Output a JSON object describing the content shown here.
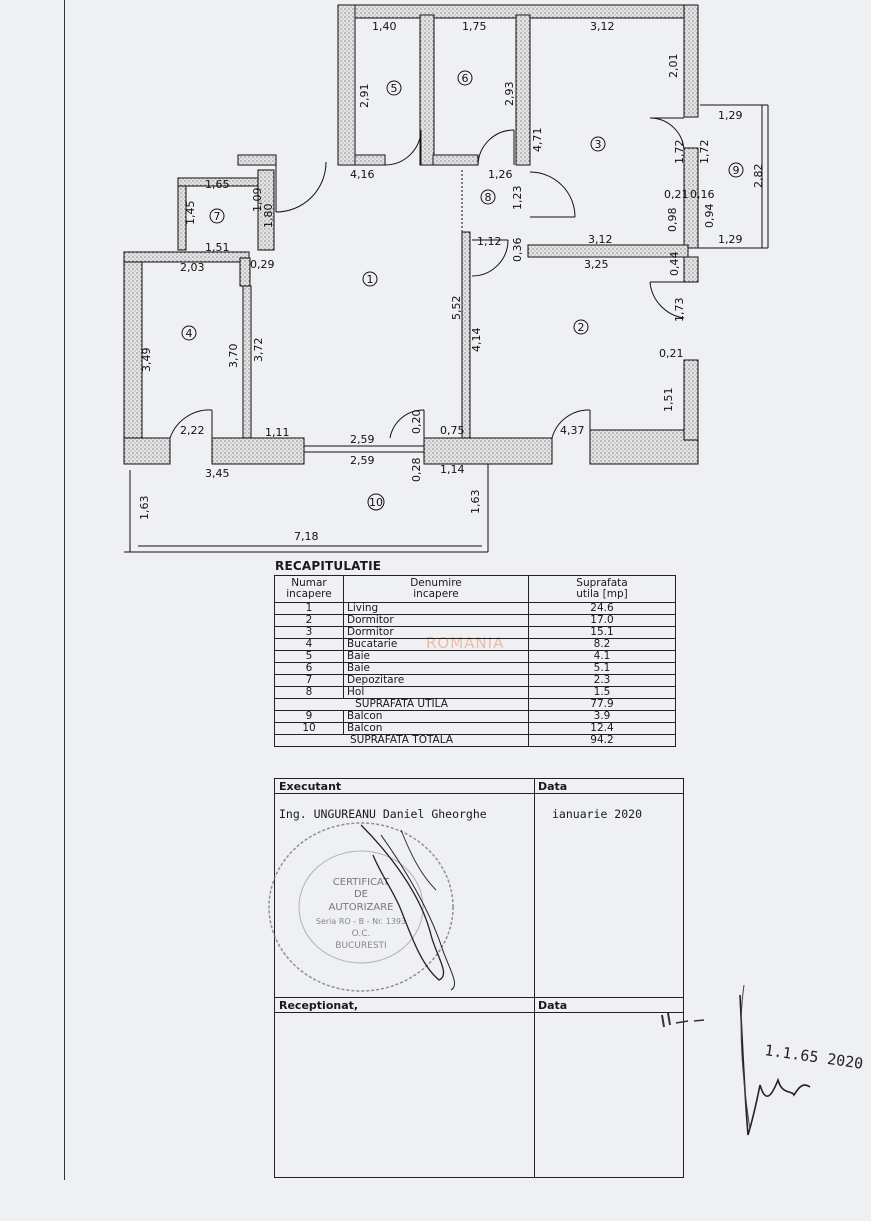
{
  "dimensions": {
    "d140": "1,40",
    "d175": "1,75",
    "d312a": "3,12",
    "d201": "2,01",
    "d291": "2,91",
    "d293": "2,93",
    "d471": "4,71",
    "d129a": "1,29",
    "d172a": "1,72",
    "d172b": "1,72",
    "d282": "2,82",
    "d416": "4,16",
    "d126": "1,26",
    "d165": "1,65",
    "d145": "1,45",
    "d109": "1,09",
    "d180": "1,80",
    "d123": "1,23",
    "d021": "0,21",
    "d016": "0,16",
    "d098": "0,98",
    "d094": "0,94",
    "d129b": "1,29",
    "d151a": "1,51",
    "d112": "1,12",
    "d036": "0,36",
    "d312b": "3,12",
    "d325": "3,25",
    "d203": "2,03",
    "d029": "0,29",
    "d044": "0,44",
    "d173": "1,73",
    "d552": "5,52",
    "d349": "3,49",
    "d370": "3,70",
    "d372": "3,72",
    "d414": "4,14",
    "d021b": "0,21",
    "d151b": "1,51",
    "d222": "2,22",
    "d111": "1,11",
    "d259a": "2,59",
    "d020": "0,20",
    "d075": "0,75",
    "d437": "4,37",
    "d259b": "2,59",
    "d028": "0,28",
    "d114": "1,14",
    "d345": "3,45",
    "d163a": "1,63",
    "d163b": "1,63",
    "d718": "7,18"
  },
  "rooms": {
    "r1": "1",
    "r2": "2",
    "r3": "3",
    "r4": "4",
    "r5": "5",
    "r6": "6",
    "r7": "7",
    "r8": "8",
    "r9": "9",
    "r10": "10"
  },
  "recap": {
    "title": "RECAPITULATIE",
    "headers": {
      "nr_line1": "Numar",
      "nr_line2": "incapere",
      "name_line1": "Denumire",
      "name_line2": "incapere",
      "area_line1": "Suprafata",
      "area_line2": "utila [mp]"
    },
    "rows": [
      {
        "nr": "1",
        "name": "Living",
        "area": "24.6"
      },
      {
        "nr": "2",
        "name": "Dormitor",
        "area": "17.0"
      },
      {
        "nr": "3",
        "name": "Dormitor",
        "area": "15.1"
      },
      {
        "nr": "4",
        "name": "Bucatarie",
        "area": "8.2"
      },
      {
        "nr": "5",
        "name": "Baie",
        "area": "4.1"
      },
      {
        "nr": "6",
        "name": "Baie",
        "area": "5.1"
      },
      {
        "nr": "7",
        "name": "Depozitare",
        "area": "2.3"
      },
      {
        "nr": "8",
        "name": "Hol",
        "area": "1.5"
      }
    ],
    "useful_label": "SUPRAFATA UTILA",
    "useful_value": "77.9",
    "balcony_rows": [
      {
        "nr": "9",
        "name": "Balcon",
        "area": "3.9"
      },
      {
        "nr": "10",
        "name": "Balcon",
        "area": "12.4"
      }
    ],
    "total_label": "SUPRAFATA TOTALA",
    "total_value": "94.2"
  },
  "signature": {
    "executant_label": "Executant",
    "data_label_1": "Data",
    "engineer": "Ing. UNGUREANU Daniel Gheorghe",
    "date_value": "ianuarie 2020",
    "receptionat_label": "Receptionat,",
    "data_label_2": "Data"
  },
  "stamp": {
    "line1": "CERTIFICAT",
    "line2": "DE",
    "line3": "AUTORIZARE",
    "line4": "Seria RO - B - Nr. 1393",
    "line5": "O.C.",
    "line6": "BUCURESTI"
  },
  "watermark": "ROMANIA",
  "handwritten_date": "1.1.65 2020",
  "colors": {
    "wall_fill": "#d9d9d9",
    "ink": "#111111",
    "paper": "#eef0f3",
    "watermark": "#f2b9a4"
  }
}
